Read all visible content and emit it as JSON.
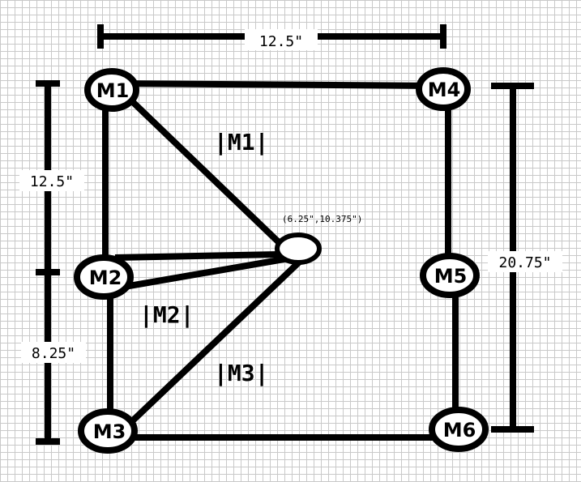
{
  "dimensions": {
    "top_width": "12.5\"",
    "left_upper": "12.5\"",
    "left_lower": "8.25\"",
    "right_height": "20.75\""
  },
  "point_label": "(6.25\",10.375\")",
  "members": {
    "m1": "|M1|",
    "m2": "|M2|",
    "m3": "|M3|"
  },
  "nodes": {
    "m1": "M1",
    "m2": "M2",
    "m3": "M3",
    "m4": "M4",
    "m5": "M5",
    "m6": "M6"
  }
}
